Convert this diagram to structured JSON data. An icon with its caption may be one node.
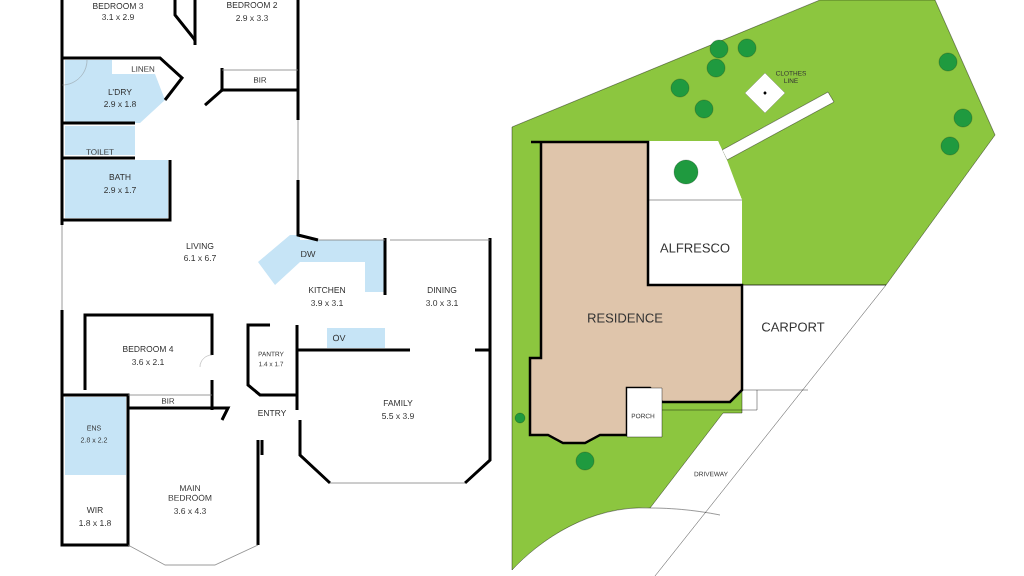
{
  "diagram": {
    "labels": [
      "BEDROOM 3",
      "3.1 x 2.9",
      "BEDROOM 2",
      "2.9 x 3.3",
      "LINEN",
      "BIR",
      "L’DRY",
      "2.9 x 1.8",
      "CLOTHES LINE",
      "TOILET",
      "BATH",
      "2.9 x 1.7",
      "LIVING",
      "6.1 x 6.7",
      "ALFRESCO",
      "DW",
      "KITCHEN",
      "3.9 x 3.1",
      "DINING",
      "3.0 x 3.1",
      "RESIDENCE",
      "CARPORT",
      "BEDROOM 4",
      "3.6 x 2.1",
      "OV",
      "PANTRY",
      "1.4 x 1.7",
      "BIR",
      "ENTRY",
      "FAMILY",
      "5.5 x 3.9",
      "ENS",
      "2.8 x 2.2",
      "PORCH",
      "DRIVEWAY",
      "MAIN BEDROOM",
      "3.6 x 4.3",
      "WIR",
      "1.8 x 1.8"
    ]
  }
}
